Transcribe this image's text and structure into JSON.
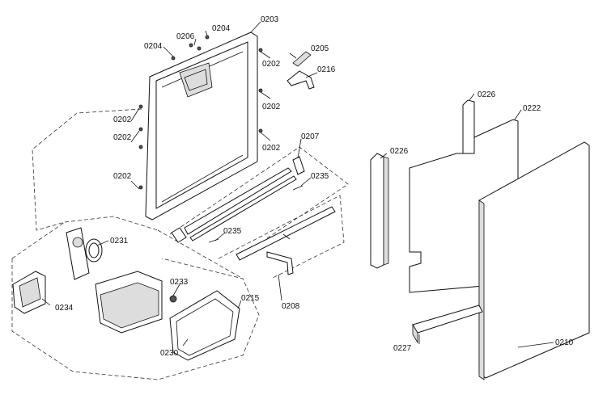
{
  "labels": {
    "p0203": "0203",
    "p0204a": "0204",
    "p0204b": "0204",
    "p0206": "0206",
    "p0205": "0205",
    "p0216": "0216",
    "p0202a": "0202",
    "p0202b": "0202",
    "p0202c": "0202",
    "p0202d": "0202",
    "p0202e": "0202",
    "p0202f": "0202",
    "p0207": "0207",
    "p0235a": "0235",
    "p0235b": "0235",
    "p0231": "0231",
    "p0233": "0233",
    "p0215": "0215",
    "p0234": "0234",
    "p0230": "0230",
    "p0208": "0208",
    "p0226a": "0226",
    "p0226b": "0226",
    "p0222": "0222",
    "p0227": "0227",
    "p0210": "0210"
  }
}
